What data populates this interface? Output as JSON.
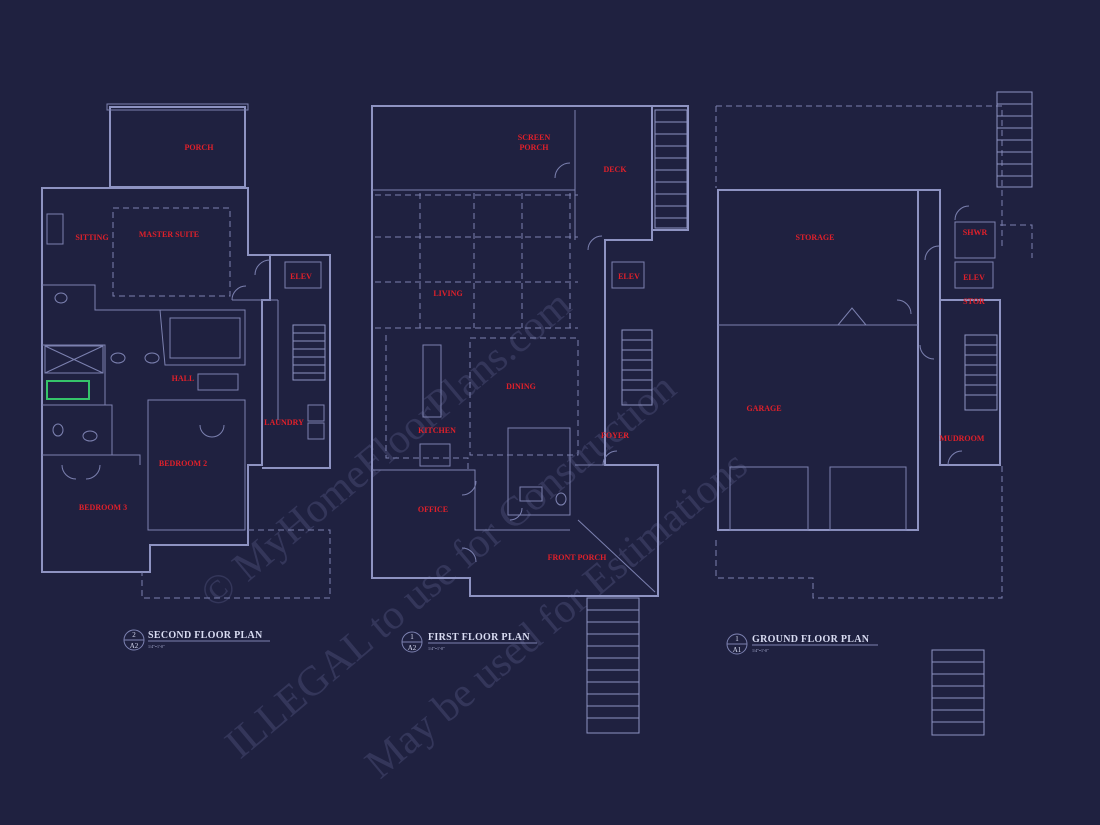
{
  "watermark": {
    "line1": "© MyHomeFloorPlans.com",
    "line2": "ILLEGAL to use for Construction",
    "line3": "May be used for Estimations"
  },
  "plans": [
    {
      "title": "SECOND FLOOR PLAN",
      "num": "2",
      "sheet": "A2",
      "scale": "1/4\"=1'-0\""
    },
    {
      "title": "FIRST FLOOR PLAN",
      "num": "1",
      "sheet": "A2",
      "scale": "1/4\"=1'-0\""
    },
    {
      "title": "GROUND FLOOR PLAN",
      "num": "1",
      "sheet": "A1",
      "scale": "1/4\"=1'-0\""
    }
  ],
  "rooms": {
    "second": {
      "porch": "PORCH",
      "sitting": "SITTING",
      "master": "MASTER SUITE",
      "elev": "ELEV",
      "hall": "HALL",
      "laundry": "LAUNDRY",
      "bed2": "BEDROOM 2",
      "bed3": "BEDROOM 3"
    },
    "first": {
      "screen1": "SCREEN",
      "screen2": "PORCH",
      "deck": "DECK",
      "elev": "ELEV",
      "living": "LIVING",
      "dining": "DINING",
      "kitchen": "KITCHEN",
      "foyer": "FOYER",
      "office": "OFFICE",
      "front": "FRONT PORCH"
    },
    "ground": {
      "storage": "STORAGE",
      "shwr": "SHWR",
      "elev": "ELEV",
      "stor": "STOR",
      "garage": "GARAGE",
      "mudroom": "MUDROOM"
    }
  },
  "colors": {
    "background": "#1f2140",
    "lines": "#8e93c2",
    "room_labels": "#e0202a"
  }
}
